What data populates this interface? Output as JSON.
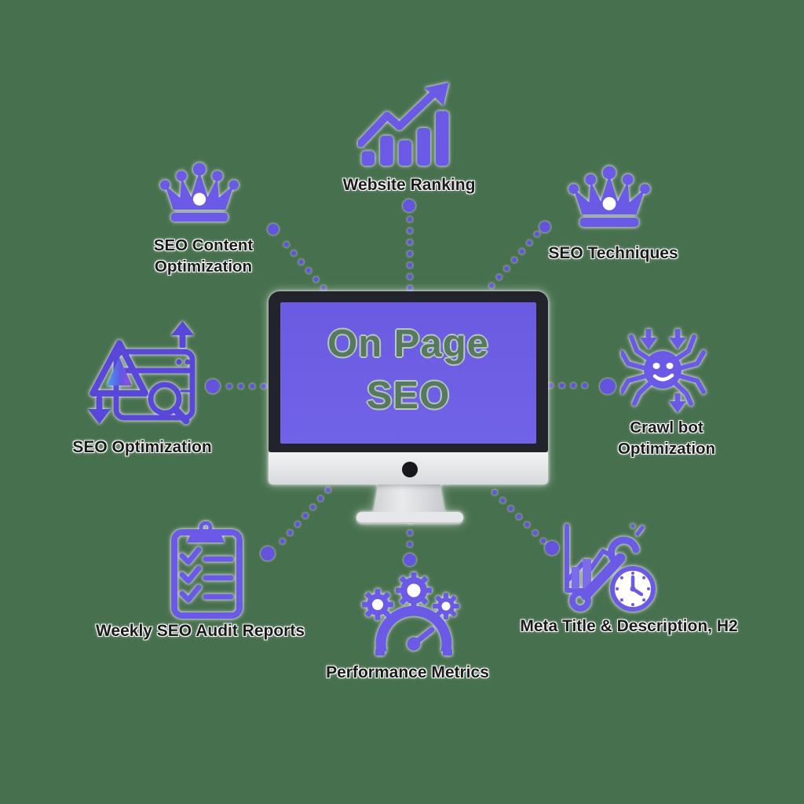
{
  "title": "On Page SEO infographic",
  "background_color": "#47704E",
  "colors": {
    "icon_purple": "#6B5AE6",
    "outline_purple": "#5847D9",
    "connector_purple": "#6353DD",
    "label_text": "#1B1B1B",
    "screen_purple": "#6B5DE2",
    "screen_text_green": "#57795F",
    "bezel_dark": "#23232B",
    "stand_silver": "#E3E4E6"
  },
  "monitor": {
    "lines": [
      "On Page",
      "SEO"
    ]
  },
  "connectors": {
    "style": "dotted",
    "color": "#6353DD",
    "count": 8
  },
  "items": [
    {
      "id": "website-ranking",
      "icon": "bar-chart-arrow",
      "label": "Website Ranking",
      "lines": [
        "Website Ranking"
      ]
    },
    {
      "id": "seo-content-optimization",
      "icon": "crown",
      "label": "SEO Content Optimization",
      "lines": [
        "SEO Content",
        "Optimization"
      ]
    },
    {
      "id": "seo-techniques",
      "icon": "crown",
      "label": "SEO Techniques",
      "lines": [
        "SEO Techniques"
      ]
    },
    {
      "id": "seo-optimization",
      "icon": "website-audit",
      "label": "SEO Optimization",
      "lines": [
        "SEO Optimization"
      ]
    },
    {
      "id": "crawl-bot-optimization",
      "icon": "spider-bot",
      "label": "Crawl bot Optimization",
      "lines": [
        "Crawl bot",
        "Optimization"
      ]
    },
    {
      "id": "weekly-seo-audit-reports",
      "icon": "clipboard-checklist",
      "label": "Weekly SEO Audit Reports",
      "lines": [
        "Weekly SEO Audit Reports"
      ]
    },
    {
      "id": "performance-metrics",
      "icon": "gears-speedometer",
      "label": "Performance Metrics",
      "lines": [
        "Performance Metrics"
      ]
    },
    {
      "id": "meta-title-description",
      "icon": "chart-wrench-clock",
      "label": "Meta Title & Description, H2",
      "lines": [
        "Meta Title & Description, H2"
      ]
    }
  ]
}
